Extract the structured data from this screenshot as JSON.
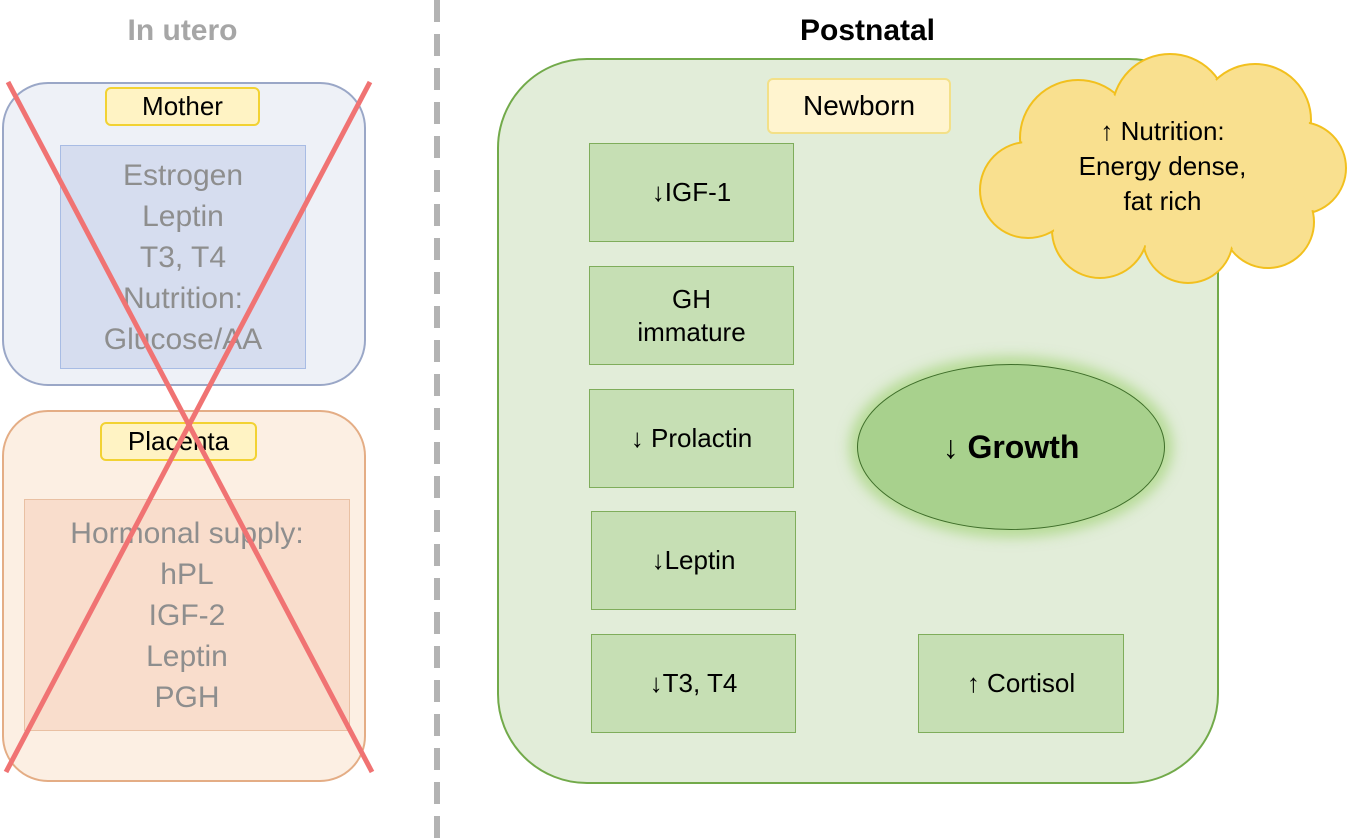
{
  "in_utero": {
    "title": "In utero",
    "mother": {
      "label": "Mother",
      "items": [
        "Estrogen",
        "Leptin",
        "T3, T4",
        "Nutrition:",
        "Glucose/AA"
      ]
    },
    "placenta": {
      "label": "Placenta",
      "items": [
        "Hormonal supply:",
        "hPL",
        "IGF-2",
        "Leptin",
        "PGH"
      ]
    }
  },
  "postnatal": {
    "title": "Postnatal",
    "newborn_label": "Newborn",
    "hormones": {
      "igf1": "↓IGF-1",
      "gh_line1": "GH",
      "gh_line2": "immature",
      "prolactin": "↓ Prolactin",
      "leptin": "↓Leptin",
      "t3t4": "↓T3, T4",
      "cortisol": "↑ Cortisol"
    },
    "growth": "↓ Growth",
    "nutrition": {
      "line1": "↑  Nutrition:",
      "line2": "Energy dense,",
      "line3": "fat rich"
    }
  },
  "colors": {
    "cross": "#f07373",
    "divider": "#b3b3b3",
    "newborn_fill": "#e2edd9",
    "hormone_box": "#c6dfb4",
    "growth_fill": "#a8d18d",
    "cloud_fill": "#f9e08f",
    "cloud_stroke": "#f2c01e"
  }
}
